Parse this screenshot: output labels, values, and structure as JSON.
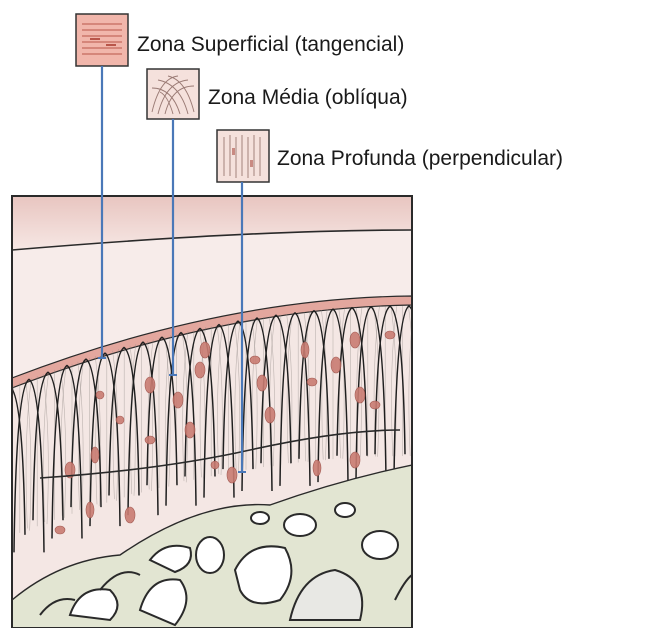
{
  "labels": {
    "superficial": "Zona Superficial (tangencial)",
    "media": "Zona Média (oblíqua)",
    "profunda": "Zona Profunda (perpendicular)"
  },
  "colors": {
    "leader": "#4a78b8",
    "cartilage_top": "#eccfcb",
    "cartilage_pale": "#f7ecea",
    "matrix": "#f3e6e3",
    "fiber": "#2a2a2a",
    "chondrocyte": "#c87a70",
    "bone": "#dfe3cf",
    "swatch_superficial": "#f0b3a8",
    "swatch_media": "#f3dcd6",
    "swatch_profunda": "#f3dcd6"
  }
}
